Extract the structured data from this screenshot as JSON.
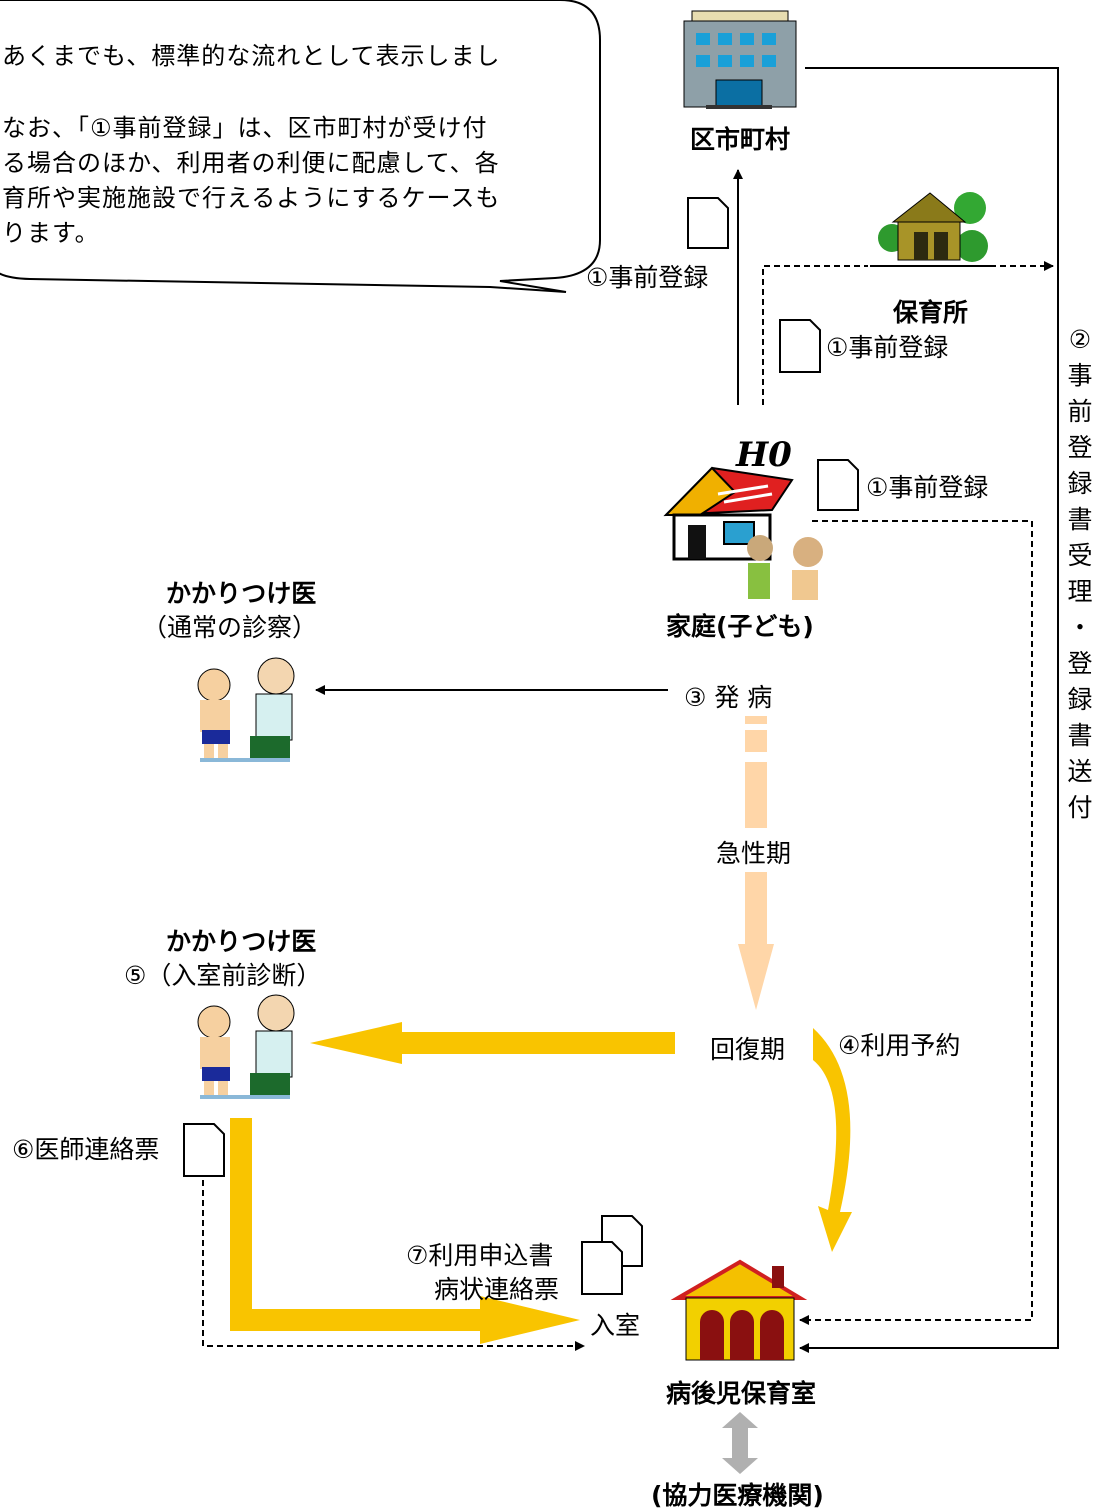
{
  "note": {
    "lines": [
      "あくまでも、標準的な流れとして表示しまし",
      "",
      "なお、「①事前登録」は、区市町村が受け付",
      "る場合のほか、利用者の利便に配慮して、各",
      "育所や実施施設で行えるようにするケースも",
      "ります。"
    ]
  },
  "nodes": {
    "municipality": "区市町村",
    "nursery": "保育所",
    "home": "家庭(子ども)",
    "doctor_top_title": "かかりつけ医",
    "doctor_top_sub": "（通常の診察）",
    "doctor_mid_title": "かかりつけ医",
    "doctor_mid_sub": "⑤（入室前診断）",
    "facility": "病後児保育室",
    "partner": "(協力医療機関)"
  },
  "labels": {
    "prereg_municipality": "①事前登録",
    "prereg_nursery": "①事前登録",
    "prereg_home": "①事前登録",
    "vertical_send": "②事前登録書受理・登録書送付",
    "onset": "③ 発 病",
    "acute": "急性期",
    "recovery": "回復期",
    "reservation": "④利用予約",
    "doctor_note": "⑥医師連絡票",
    "application_1": "⑦利用申込書",
    "application_2": "病状連絡票",
    "entry": "入室",
    "house_sign": "H0"
  },
  "colors": {
    "arrow_gold": "#f9c400",
    "arrow_peach": "#ffd6a8",
    "line": "#000000"
  }
}
